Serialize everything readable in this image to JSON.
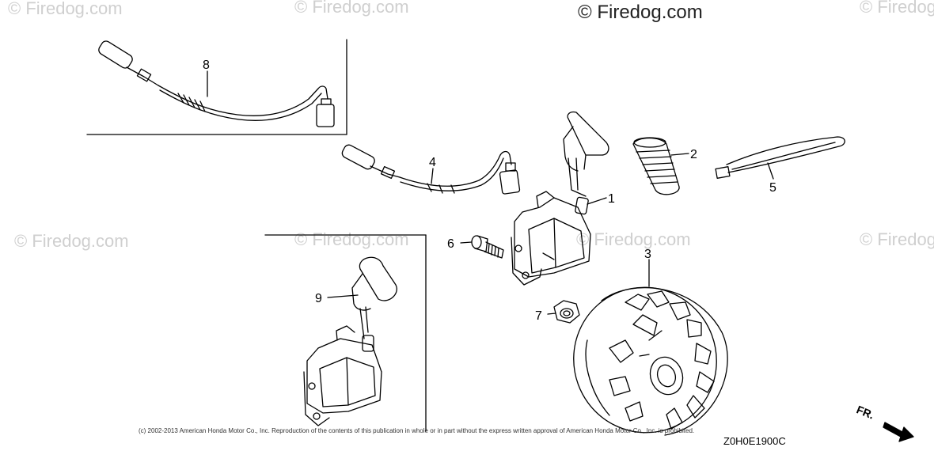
{
  "watermark": {
    "primary": "© Firedog.com",
    "faint": "© Firedog.com"
  },
  "copyright": "(c) 2002-2013 American Honda Motor Co., Inc. Reproduction of the contents of this publication in whole or in part without the express written approval of American Honda Motor Co., Inc. is prohibited.",
  "diagram_code": "Z0H0E1900C",
  "direction_label": "FR.",
  "callouts": {
    "p1": "1",
    "p2": "2",
    "p3": "3",
    "p4": "4",
    "p5": "5",
    "p6": "6",
    "p7": "7",
    "p8": "8",
    "p9": "9"
  },
  "colors": {
    "line": "#000000",
    "watermark": "#cfcfcf",
    "background": "#ffffff"
  }
}
